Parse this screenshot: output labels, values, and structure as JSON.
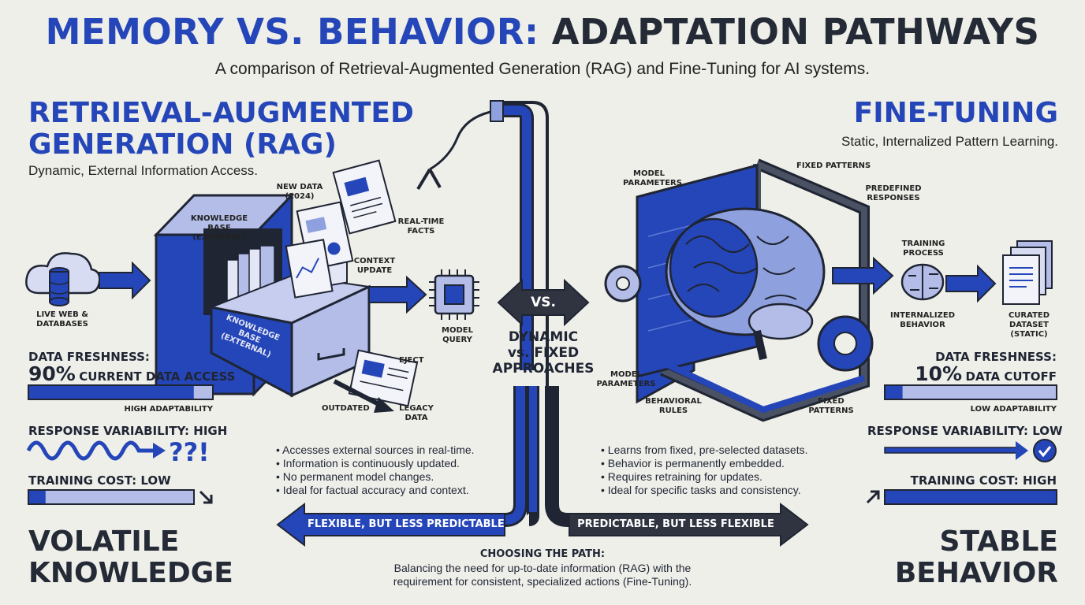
{
  "header": {
    "title_part1": "MEMORY VS. BEHAVIOR:",
    "title_part2": "ADAPTATION PATHWAYS",
    "subtitle": "A comparison of Retrieval-Augmented Generation (RAG) and Fine-Tuning for AI systems."
  },
  "rag": {
    "title_line1": "RETRIEVAL-AUGMENTED",
    "title_line2": "GENERATION (RAG)",
    "tagline": "Dynamic, External Information Access.",
    "labels": {
      "live_web": "LIVE WEB & DATABASES",
      "kb_top": "KNOWLEDGE BASE (EXTERNAL)",
      "kb_drawer": "KNOWLEDGE BASE (EXTERNAL)",
      "new_data": "NEW DATA (2024)",
      "real_time": "REAL-TIME FACTS",
      "context_update": "CONTEXT UPDATE",
      "model_query": "MODEL QUERY",
      "eject": "EJECT",
      "outdated": "OUTDATED",
      "legacy": "LEGACY DATA"
    },
    "freshness": {
      "label": "DATA FRESHNESS:",
      "value": "90%",
      "desc": "CURRENT DATA ACCESS",
      "fraction": 0.9,
      "caption": "HIGH ADAPTABILITY"
    },
    "variability": {
      "label": "RESPONSE VARIABILITY: HIGH",
      "symbol": "??!"
    },
    "cost": {
      "label": "TRAINING COST: LOW",
      "fraction": 0.1
    },
    "bullets": [
      "Accesses external sources in real-time.",
      "Information is continuously updated.",
      "No permanent model changes.",
      "Ideal for factual accuracy and context."
    ],
    "arrow_label": "FLEXIBLE, BUT LESS PREDICTABLE",
    "closing_line1": "VOLATILE",
    "closing_line2": "KNOWLEDGE"
  },
  "center": {
    "vs": "VS.",
    "line1": "DYNAMIC",
    "line2": "vs. FIXED",
    "line3": "APPROACHES"
  },
  "ft": {
    "title": "FINE-TUNING",
    "tagline": "Static, Internalized Pattern Learning.",
    "labels": {
      "model_params_top": "MODEL PARAMETERS",
      "fixed_patterns_top": "FIXED PATTERNS",
      "predefined": "PREDEFINED RESPONSES",
      "training_process": "TRAINING PROCESS",
      "internalized": "INTERNALIZED BEHAVIOR",
      "curated": "CURATED DATASET (STATIC)",
      "model_params_bottom": "MODEL PARAMETERS",
      "behavioral_rules": "BEHAVIORAL RULES",
      "fixed_patterns_bottom": "FIXED PATTERNS"
    },
    "freshness": {
      "label": "DATA FRESHNESS:",
      "value": "10%",
      "desc": "DATA CUTOFF",
      "fraction": 0.1,
      "caption": "LOW ADAPTABILITY"
    },
    "variability": {
      "label": "RESPONSE VARIABILITY: LOW"
    },
    "cost": {
      "label": "TRAINING COST: HIGH",
      "fraction": 1.0
    },
    "bullets": [
      "Learns from fixed, pre-selected datasets.",
      "Behavior is permanently embedded.",
      "Requires retraining for updates.",
      "Ideal for specific tasks and consistency."
    ],
    "arrow_label": "PREDICTABLE, BUT LESS FLEXIBLE",
    "closing_line1": "STABLE",
    "closing_line2": "BEHAVIOR"
  },
  "footer": {
    "heading": "CHOOSING THE PATH:",
    "line1": "Balancing the need for up-to-date information (RAG) with the",
    "line2": "requirement for consistent, specialized actions (Fine-Tuning)."
  },
  "colors": {
    "blue": "#2546b8",
    "light_blue": "#b3bde8",
    "dark": "#252b36",
    "background": "#efefea"
  }
}
